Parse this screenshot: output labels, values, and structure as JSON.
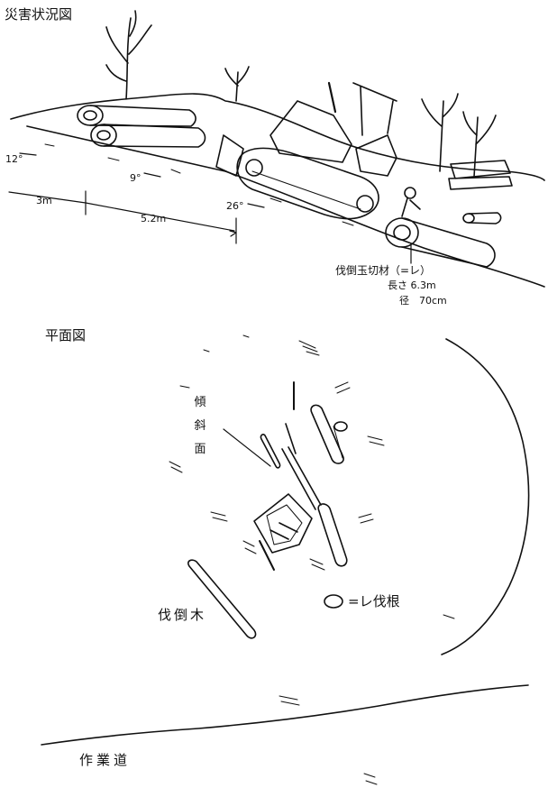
{
  "section_view": {
    "title": "災害状況図",
    "angles": [
      "12°",
      "9°",
      "26°"
    ],
    "distances": [
      "3m",
      "5.2m"
    ],
    "log_label": "伐倒玉切材（=レ）",
    "log_length": "長さ 6.3m",
    "log_diameter": "径　70cm"
  },
  "plan_view": {
    "title": "平面図",
    "slope_label": [
      "傾",
      "斜",
      "面"
    ],
    "felled_tree_label": "伐倒木",
    "stump_label": "=レ伐根",
    "road_label": "作業道"
  }
}
